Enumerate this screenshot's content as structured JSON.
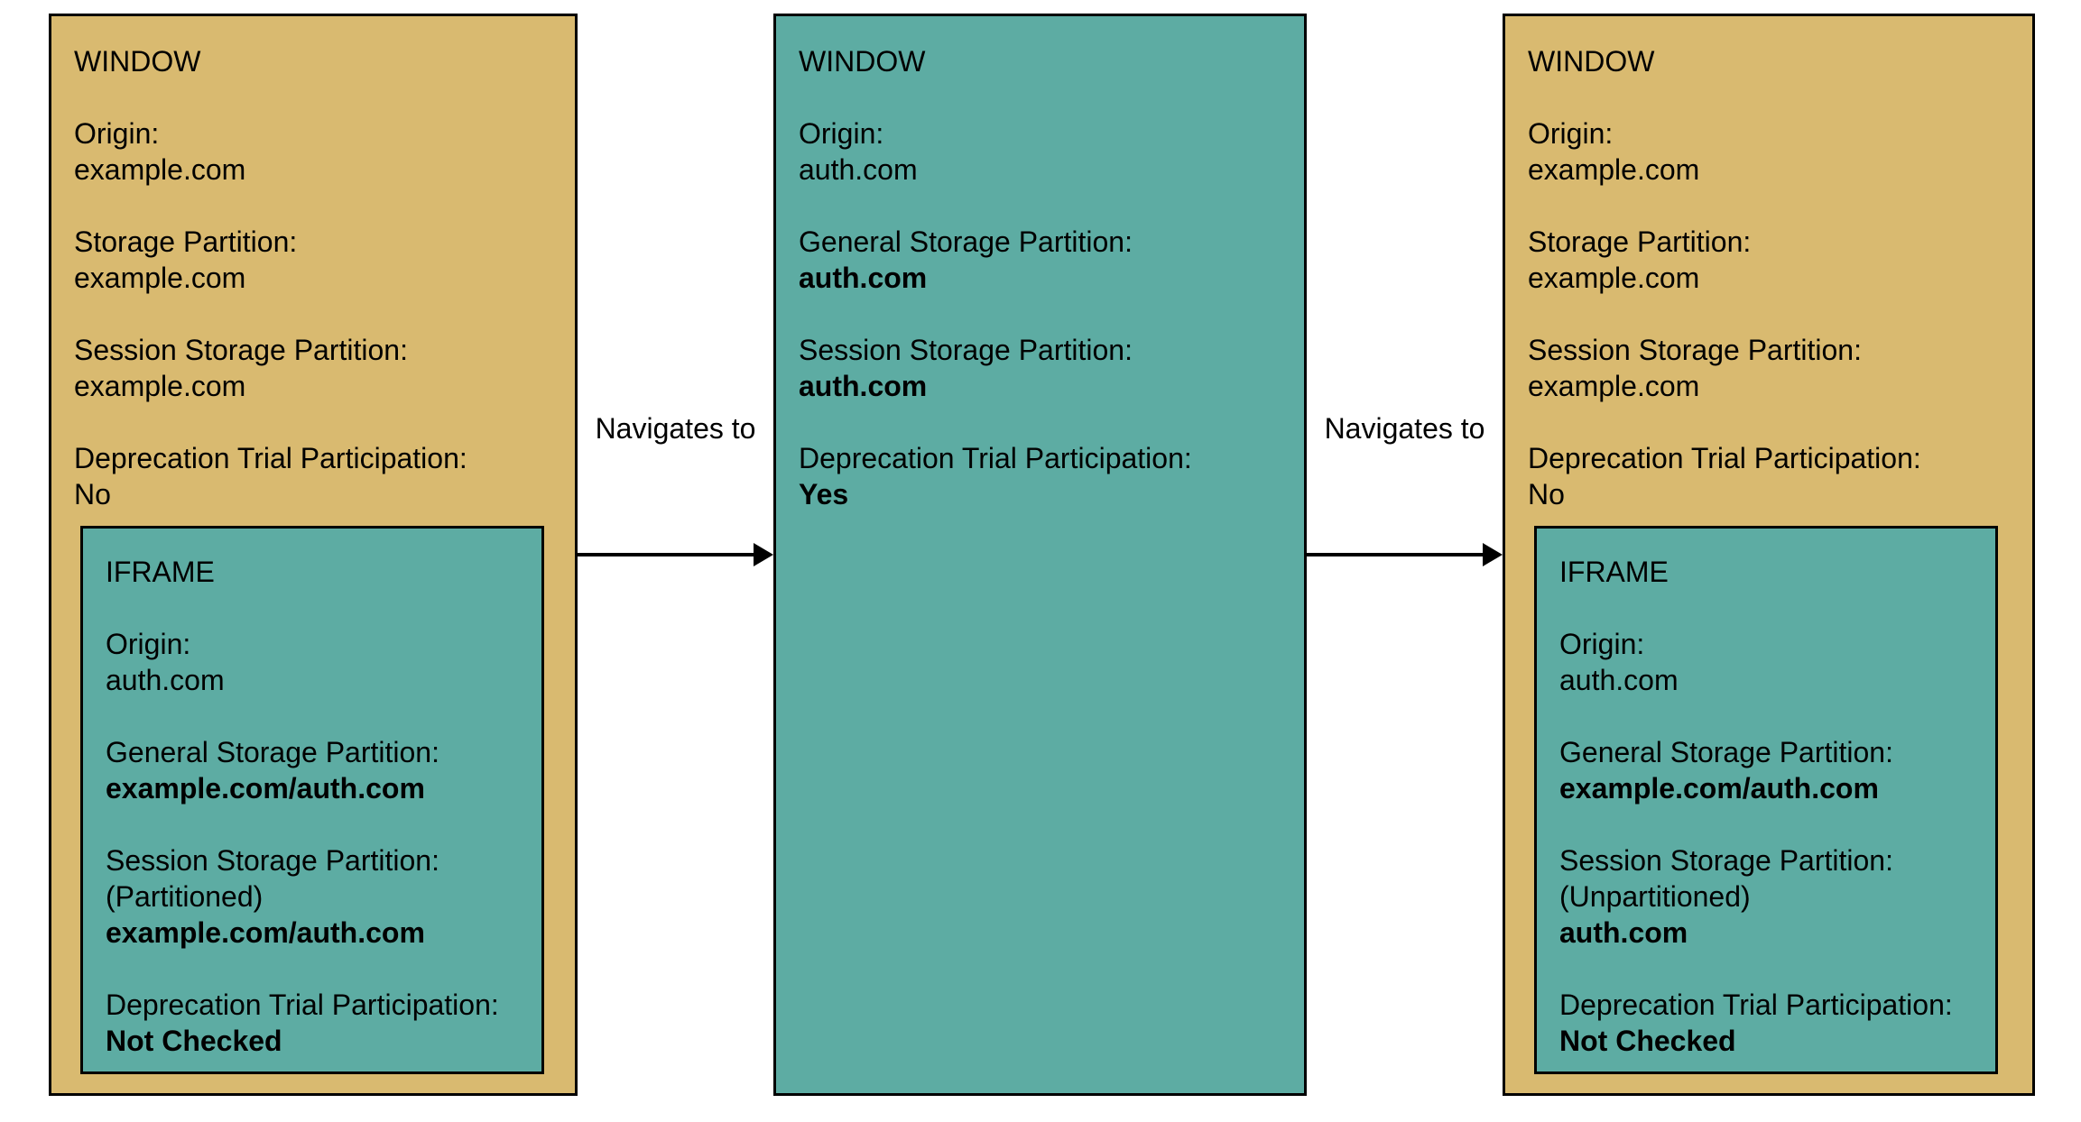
{
  "colors": {
    "background": "#FFFFFF",
    "window_fill": "#D9BA70",
    "iframe_fill": "#5DACA3",
    "border": "#000000",
    "text": "#000000"
  },
  "arrows": [
    {
      "label": "Navigates to"
    },
    {
      "label": "Navigates to"
    }
  ],
  "nodes": [
    {
      "type": "window",
      "title": "WINDOW",
      "fields": [
        {
          "label": "Origin:",
          "lines": [
            {
              "text": "example.com",
              "bold": false
            }
          ]
        },
        {
          "label": "Storage Partition:",
          "lines": [
            {
              "text": "example.com",
              "bold": false
            }
          ]
        },
        {
          "label": "Session Storage Partition:",
          "lines": [
            {
              "text": "example.com",
              "bold": false
            }
          ]
        },
        {
          "label": "Deprecation Trial Participation:",
          "lines": [
            {
              "text": "No",
              "bold": false
            }
          ]
        }
      ],
      "iframe": {
        "title": "IFRAME",
        "fields": [
          {
            "label": "Origin:",
            "lines": [
              {
                "text": "auth.com",
                "bold": false
              }
            ]
          },
          {
            "label": "General Storage Partition:",
            "lines": [
              {
                "text": "example.com/auth.com",
                "bold": true
              }
            ]
          },
          {
            "label": "Session Storage Partition:",
            "lines": [
              {
                "text": "(Partitioned)",
                "bold": false
              },
              {
                "text": "example.com/auth.com",
                "bold": true
              }
            ]
          },
          {
            "label": "Deprecation Trial Participation:",
            "lines": [
              {
                "text": "Not Checked",
                "bold": true
              }
            ]
          }
        ]
      }
    },
    {
      "type": "window",
      "title": "WINDOW",
      "fields": [
        {
          "label": "Origin:",
          "lines": [
            {
              "text": "auth.com",
              "bold": false
            }
          ]
        },
        {
          "label": "General Storage Partition:",
          "lines": [
            {
              "text": "auth.com",
              "bold": true
            }
          ]
        },
        {
          "label": "Session Storage Partition:",
          "lines": [
            {
              "text": "auth.com",
              "bold": true
            }
          ]
        },
        {
          "label": "Deprecation Trial Participation:",
          "lines": [
            {
              "text": "Yes",
              "bold": true
            }
          ]
        }
      ]
    },
    {
      "type": "window",
      "title": "WINDOW",
      "fields": [
        {
          "label": "Origin:",
          "lines": [
            {
              "text": "example.com",
              "bold": false
            }
          ]
        },
        {
          "label": "Storage Partition:",
          "lines": [
            {
              "text": "example.com",
              "bold": false
            }
          ]
        },
        {
          "label": "Session Storage Partition:",
          "lines": [
            {
              "text": "example.com",
              "bold": false
            }
          ]
        },
        {
          "label": "Deprecation Trial Participation:",
          "lines": [
            {
              "text": "No",
              "bold": false
            }
          ]
        }
      ],
      "iframe": {
        "title": "IFRAME",
        "fields": [
          {
            "label": "Origin:",
            "lines": [
              {
                "text": "auth.com",
                "bold": false
              }
            ]
          },
          {
            "label": "General Storage Partition:",
            "lines": [
              {
                "text": "example.com/auth.com",
                "bold": true
              }
            ]
          },
          {
            "label": "Session Storage Partition:",
            "lines": [
              {
                "text": "(Unpartitioned)",
                "bold": false
              },
              {
                "text": "auth.com",
                "bold": true
              }
            ]
          },
          {
            "label": "Deprecation Trial Participation:",
            "lines": [
              {
                "text": "Not Checked",
                "bold": true
              }
            ]
          }
        ]
      }
    }
  ]
}
